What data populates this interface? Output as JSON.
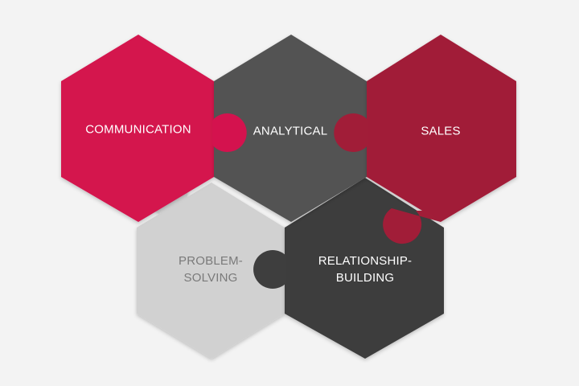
{
  "colors": {
    "background": "#f3f3f3",
    "communication": "#d4124e",
    "analytical": "#535353",
    "sales": "#a11d38",
    "problem_solving": "#d1d1d1",
    "relationship_building": "#3e3e3e",
    "light_text": "#ffffff",
    "muted_text": "#7a7a7a"
  },
  "pieces": {
    "communication": {
      "label": "COMMUNICATION"
    },
    "analytical": {
      "label": "ANALYTICAL"
    },
    "sales": {
      "label": "SALES"
    },
    "problem_solving": {
      "line1": "PROBLEM-",
      "line2": "SOLVING"
    },
    "relationship_building": {
      "line1": "RELATIONSHIP-",
      "line2": "BUILDING"
    }
  }
}
